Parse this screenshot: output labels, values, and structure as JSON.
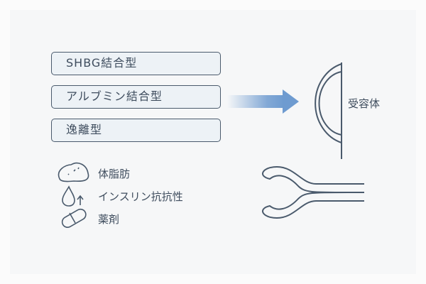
{
  "boxes": [
    "SHBG結合型",
    "アルブミン結合型",
    "逸離型"
  ],
  "factors": [
    {
      "icon": "fat-blob-icon",
      "label": "体脂肪"
    },
    {
      "icon": "drop-up-arrow-icon",
      "label": "インスリン抗抗性"
    },
    {
      "icon": "pill-icon",
      "label": "薬剤"
    }
  ],
  "receptor_label": "受容体",
  "colors": {
    "stroke": "#4a5a6c",
    "arrow": "#6e9bd0",
    "box_fill": "#edf2f6"
  }
}
